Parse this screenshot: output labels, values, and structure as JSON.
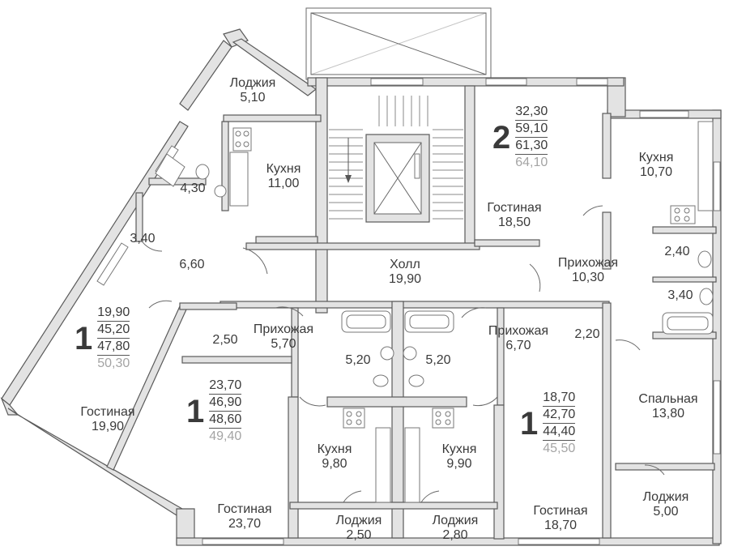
{
  "apartments": [
    {
      "number": "1",
      "areas": [
        "19,90",
        "45,20",
        "47,80",
        "50,30"
      ]
    },
    {
      "number": "2",
      "areas": [
        "32,30",
        "59,10",
        "61,30",
        "64,10"
      ]
    },
    {
      "number": "1",
      "areas": [
        "23,70",
        "46,90",
        "48,60",
        "49,40"
      ]
    },
    {
      "number": "1",
      "areas": [
        "18,70",
        "42,70",
        "44,40",
        "45,50"
      ]
    }
  ],
  "rooms": [
    {
      "name": "Лоджия",
      "area": "5,10"
    },
    {
      "name": "Кухня",
      "area": "11,00"
    },
    {
      "name": "",
      "area": "4,30"
    },
    {
      "name": "",
      "area": "3,40"
    },
    {
      "name": "",
      "area": "6,60"
    },
    {
      "name": "Гостиная",
      "area": "19,90"
    },
    {
      "name": "Холл",
      "area": "19,90"
    },
    {
      "name": "Гостиная",
      "area": "18,50"
    },
    {
      "name": "Кухня",
      "area": "10,70"
    },
    {
      "name": "Прихожая",
      "area": "10,30"
    },
    {
      "name": "",
      "area": "2,40"
    },
    {
      "name": "",
      "area": "3,40"
    },
    {
      "name": "Спальная",
      "area": "13,80"
    },
    {
      "name": "Лоджия",
      "area": "5,00"
    },
    {
      "name": "",
      "area": "2,50"
    },
    {
      "name": "Прихожая",
      "area": "5,70"
    },
    {
      "name": "",
      "area": "5,20"
    },
    {
      "name": "",
      "area": "5,20"
    },
    {
      "name": "Прихожая",
      "area": "6,70"
    },
    {
      "name": "",
      "area": "2,20"
    },
    {
      "name": "Кухня",
      "area": "9,80"
    },
    {
      "name": "Кухня",
      "area": "9,90"
    },
    {
      "name": "Гостиная",
      "area": "23,70"
    },
    {
      "name": "Лоджия",
      "area": "2,50"
    },
    {
      "name": "Лоджия",
      "area": "2,80"
    },
    {
      "name": "Гостиная",
      "area": "18,70"
    }
  ]
}
